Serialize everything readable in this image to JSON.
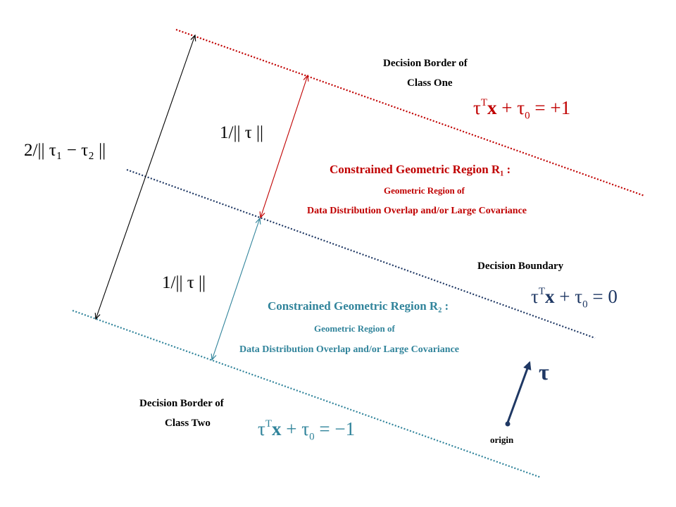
{
  "colors": {
    "class_one": "#c00000",
    "boundary": "#1f3864",
    "class_two": "#31849b",
    "dimension": "#000000"
  },
  "labels": {
    "class_one_border": {
      "line1": "Decision Border of",
      "line2": "Class One"
    },
    "class_two_border": {
      "line1": "Decision Border of",
      "line2": "Class Two"
    },
    "decision_boundary": "Decision Boundary",
    "origin": "origin",
    "region1": {
      "title": "Constrained Geometric Region R₁ :",
      "line1": "Geometric Region of",
      "line2": "Data Distribution Overlap and/or Large Covariance"
    },
    "region2": {
      "title": "Constrained Geometric Region R₂ :",
      "line1": "Geometric Region of",
      "line2": "Data Distribution Overlap and/or Large Covariance"
    }
  },
  "equations": {
    "class_one": {
      "rhs": "+1"
    },
    "boundary": {
      "rhs": "0"
    },
    "class_two": {
      "rhs": "−1"
    }
  },
  "margins": {
    "total": "2/|| τ₁ − τ₂  ||",
    "upper": "1/|| τ ||",
    "lower": "1/|| τ ||"
  },
  "normal_vector": {
    "symbol": "τ"
  }
}
